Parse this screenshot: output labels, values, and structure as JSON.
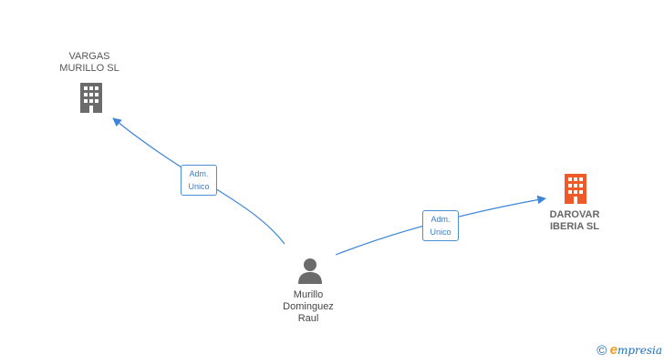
{
  "nodes": {
    "vargas": {
      "name_line1": "VARGAS",
      "name_line2": "MURILLO  SL",
      "color": "#6b6b6b",
      "icon": "building-icon"
    },
    "darovar": {
      "name_line1": "DAROVAR",
      "name_line2": "IBERIA  SL",
      "color": "#f05a28",
      "icon": "building-icon"
    },
    "person": {
      "name_line1": "Murillo",
      "name_line2": "Dominguez",
      "name_line3": "Raul",
      "color": "#6b6b6b",
      "icon": "person-icon"
    }
  },
  "edges": [
    {
      "from": "person",
      "to": "vargas",
      "label_line1": "Adm.",
      "label_line2": "Unico"
    },
    {
      "from": "person",
      "to": "darovar",
      "label_line1": "Adm.",
      "label_line2": "Unico"
    }
  ],
  "edge_color": "#3d85d8",
  "brand": {
    "copyright": "©",
    "e": "e",
    "rest": "mpresia"
  }
}
